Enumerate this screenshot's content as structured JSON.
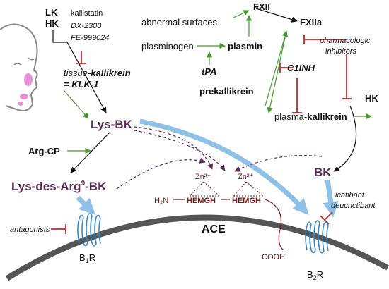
{
  "nodes": {
    "lk": "LK",
    "hk_left": "HK",
    "kallistatin": "kallistatin",
    "dx2300": "DX-2300",
    "fe999024": "FE-999024",
    "tissue_kallikrein_prefix": "tissue-",
    "tissue_kallikrein_main": "kallikrein",
    "klk1": "= KLK-1",
    "lys_bk": "Lys-BK",
    "arg_cp": "Arg-CP",
    "lys_des_arg_bk_prefix": "Lys-des-Arg",
    "lys_des_arg_bk_sup": "9",
    "lys_des_arg_bk_suffix": "-BK",
    "fxii": "FXII",
    "abnormal_surfaces": "abnormal surfaces",
    "fxiia": "FXIIa",
    "plasminogen": "plasminogen",
    "plasmin": "plasmin",
    "tpa": "tPA",
    "pharmacologic_inhibitors_1": "pharmacologic",
    "pharmacologic_inhibitors_2": "inhibitors",
    "c1inh": "C1INH",
    "prekallikrein": "prekallikrein",
    "plasma_kallikrein_prefix": "plasma-",
    "plasma_kallikrein_main": "kallikrein",
    "hk_right": "HK",
    "bk": "BK",
    "icatibant": "icatibant",
    "deucrictibant": "deucrictibant",
    "antagonists": "antagonists",
    "ace": "ACE",
    "h2n": "H₂N",
    "hemgh_1": "HEMGH",
    "hemgh_2": "HEMGH",
    "zn_1": "Zn²⁺",
    "zn_2": "Zn²⁺",
    "cooh": "COOH",
    "b1r_main": "B",
    "b1r_sub": "1",
    "b1r_end": "R",
    "b2r_main": "B",
    "b2r_sub": "2",
    "b2r_end": "R"
  },
  "colors": {
    "green_arrow": "#4a9a2c",
    "inhibit_red": "#c0272d",
    "blue_arrow": "#8fc0e6",
    "receptor_blue": "#3a87c8",
    "dark_purple": "#5b2a55",
    "membrane_gray": "#555555",
    "cheek_pink": "#e58fd6"
  }
}
